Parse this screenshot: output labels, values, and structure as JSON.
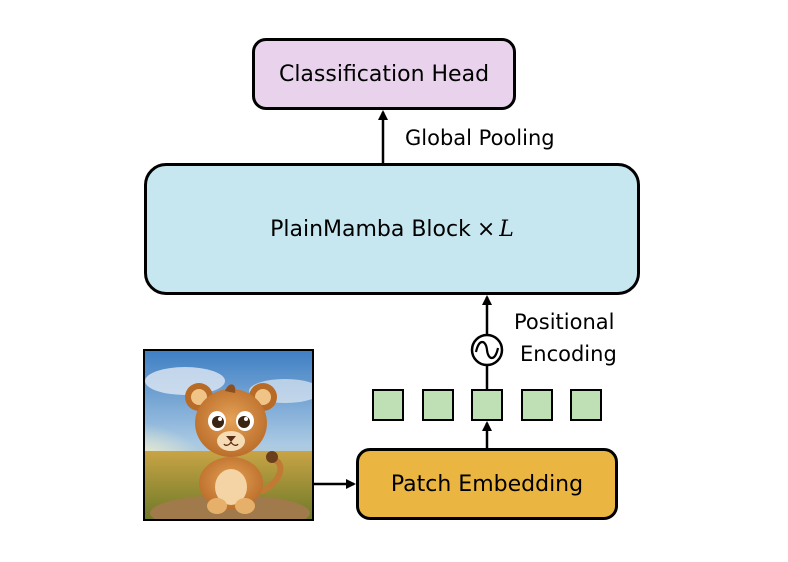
{
  "diagram": {
    "classification_head": "Classification Head",
    "global_pooling": "Global Pooling",
    "block_label": "PlainMamba Block",
    "block_times": "×",
    "block_var": "L",
    "positional_line1": "Positional",
    "positional_line2": "Encoding",
    "patch_embedding": "Patch Embedding",
    "patch_count": 5,
    "colors": {
      "head_fill": "#e8d2ec",
      "block_fill": "#c7e7f0",
      "embed_fill": "#eab641",
      "patch_fill": "#bfe0b4"
    }
  }
}
